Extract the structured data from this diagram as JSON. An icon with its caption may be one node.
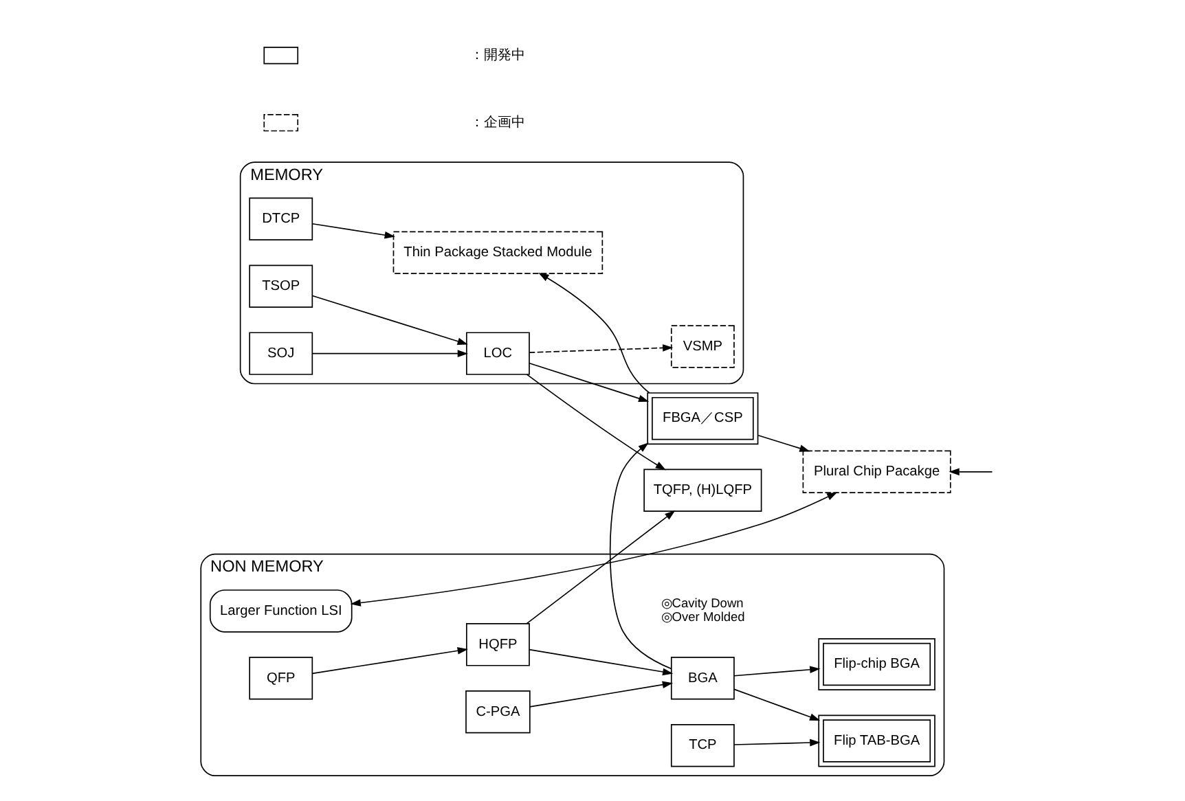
{
  "diagram": {
    "nodes": [
      {
        "text": [
          "MEMORY"
        ]
      },
      {
        "text": [
          "DTCP"
        ],
        "in": 0
      },
      {
        "text": [
          "SOJ"
        ],
        "in": 0
      },
      {
        "text": [
          "TSOP"
        ],
        "in": 0
      },
      {
        "text": [
          "LOC"
        ],
        "in": 0
      },
      {
        "text": [
          "VSMP"
        ],
        "in": 0
      },
      {
        "text": [
          "Thin Package Stacked Module"
        ],
        "in": 0
      },
      {
        "text": [
          "TQFP, (H)LQFP"
        ]
      },
      {
        "text": [
          "FBGA／CSP"
        ]
      },
      {
        "text": [
          "Plural Chip Pacakge"
        ]
      },
      {
        "text": [
          "NON MEMORY"
        ]
      },
      {
        "text": [
          "QFP"
        ],
        "in": 10
      },
      {
        "text": [
          "HQFP"
        ],
        "in": 10
      },
      {
        "text": [
          "BGA"
        ],
        "in": 10,
        "beside": [
          "◎Cavity Down",
          "◎Over Molded"
        ]
      },
      {
        "text": [
          "C-PGA"
        ],
        "in": 10
      },
      {
        "text": [
          "TCP"
        ],
        "in": 10
      },
      {
        "text": [
          "Flip-chip BGA"
        ],
        "in": 10
      },
      {
        "text": [
          "Flip TAB-BGA"
        ],
        "in": 10
      },
      {
        "text": [
          "Larger Function LSI"
        ],
        "in": 10
      }
    ],
    "edges": [
      {
        "from": 1,
        "to": 6,
        "arrow": "to"
      },
      {
        "from": 2,
        "to": 4,
        "arrow": "to"
      },
      {
        "from": 3,
        "to": 4,
        "arrow": "to"
      },
      {
        "from": 4,
        "to": 5,
        "arrow": "to",
        "style": "dashed"
      },
      {
        "from": 4,
        "to": 8,
        "arrow": "to"
      },
      {
        "from": 4,
        "to": 7,
        "arrow": "to"
      },
      {
        "from": 8,
        "to": 6,
        "arrow": "to"
      },
      {
        "from": 8,
        "to": 9,
        "arrow": "to"
      },
      {
        "from": null,
        "to": 9,
        "arrow": "to"
      },
      {
        "from": 11,
        "to": 12,
        "arrow": "to"
      },
      {
        "from": 12,
        "to": 7,
        "arrow": "to"
      },
      {
        "from": 12,
        "to": 13,
        "arrow": "to"
      },
      {
        "from": 14,
        "to": 13,
        "arrow": "to"
      },
      {
        "from": 13,
        "to": 8,
        "arrow": "to"
      },
      {
        "from": 13,
        "to": 16,
        "arrow": "to"
      },
      {
        "from": 13,
        "to": 17,
        "arrow": "to"
      },
      {
        "from": 15,
        "to": 17,
        "arrow": "to"
      },
      {
        "from": 9,
        "to": 18,
        "arrow": "both"
      }
    ],
    "legend": [
      {
        "text": "：開発中"
      },
      {
        "text": "：企画中"
      }
    ]
  }
}
